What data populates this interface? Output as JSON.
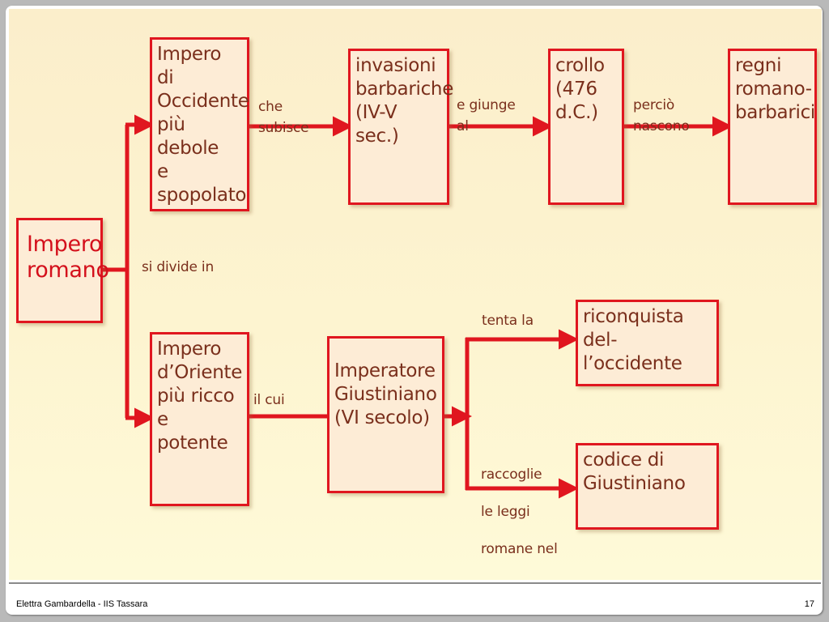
{
  "diagram": {
    "root": "Impero\nromano",
    "divide_label": "si divide in",
    "west": {
      "box": "Impero di\nOccidente\npiù debole\ne spopolato",
      "link1": "che\nsubisce",
      "invasions": "invasioni\nbarbariche\n(IV-V sec.)",
      "link2": "e giunge\nal",
      "fall": "crollo\n(476\nd.C.)",
      "link3": "perciò\nnascono",
      "kingdoms": "regni\nromano-\nbarbarici"
    },
    "east": {
      "box": "Impero\nd’Oriente\npiù ricco\ne potente",
      "link1": "il cui",
      "emperor": "Imperatore\nGiustiniano\n(VI secolo)",
      "link_up": "tenta la",
      "reconquest": "riconquista del-\nl’occidente",
      "link_down": "raccoglie\nle leggi\nromane nel",
      "code": "codice di\nGiustiniano"
    }
  },
  "footer": {
    "author": "Elettra Gambardella - IIS Tassara",
    "page_number": "17"
  },
  "colors": {
    "arrow": "#e0161f",
    "box_border": "#e0161f",
    "box_fill": "#fdecd6",
    "text": "#7a2f1c",
    "root_text": "#d4101c"
  }
}
